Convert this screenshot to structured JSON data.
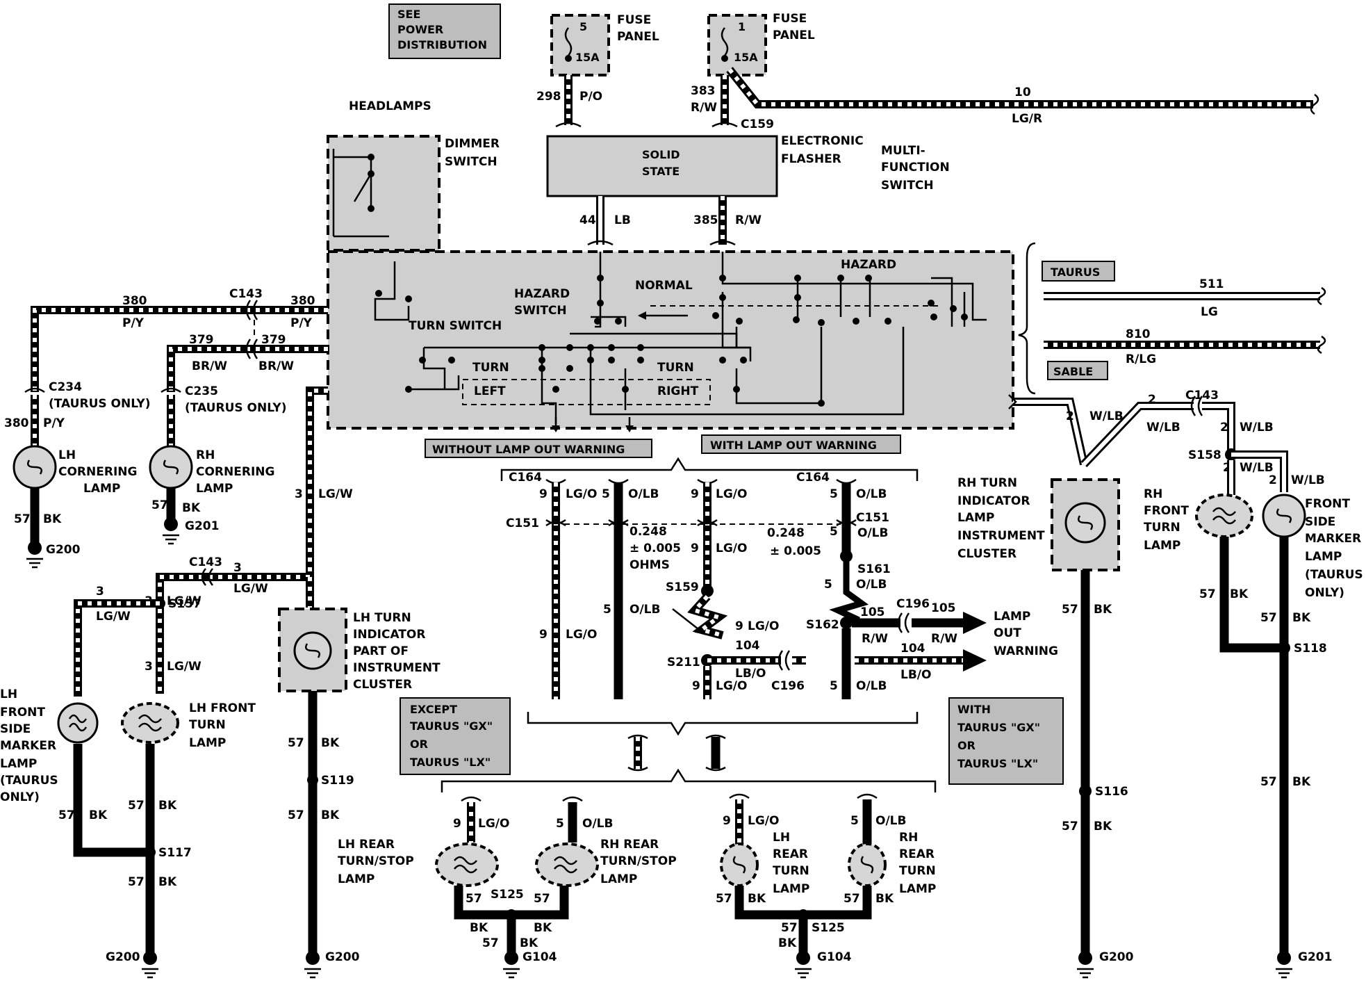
{
  "labels": {
    "see_power": [
      "SEE",
      "POWER",
      "DISTRIBUTION"
    ],
    "fuse_panel_1": [
      "FUSE",
      "PANEL"
    ],
    "fuse_panel_2": [
      "FUSE",
      "PANEL"
    ],
    "fuse1_num": "5",
    "fuse1_amp": "15A",
    "fuse2_num": "1",
    "fuse2_amp": "15A",
    "headlamps": "HEADLAMPS",
    "dimmer_switch": [
      "DIMMER",
      "SWITCH"
    ],
    "solid_state": [
      "SOLID",
      "STATE"
    ],
    "electronic_flasher": [
      "ELECTRONIC",
      "FLASHER"
    ],
    "multi_function_switch": [
      "MULTI-",
      "FUNCTION",
      "SWITCH"
    ],
    "hazard": "HAZARD",
    "hazard_switch": [
      "HAZARD",
      "SWITCH"
    ],
    "normal": "NORMAL",
    "turn_switch": "TURN SWITCH",
    "turn_left_a": "TURN",
    "left": "LEFT",
    "turn_right_a": "TURN",
    "right": "RIGHT",
    "taurus_tag": "TAURUS",
    "sable_tag": "SABLE",
    "without_lamp_out": "WITHOUT LAMP OUT WARNING",
    "with_lamp_out": "WITH LAMP OUT WARNING",
    "except_taurus": [
      "EXCEPT",
      "TAURUS \"GX\"",
      "OR",
      "TAURUS \"LX\""
    ],
    "with_taurus": [
      "WITH",
      "TAURUS \"GX\"",
      "OR",
      "TAURUS \"LX\""
    ],
    "lh_cornering": [
      "LH",
      "CORNERING",
      "LAMP"
    ],
    "rh_cornering": [
      "RH",
      "CORNERING",
      "LAMP"
    ],
    "lh_turn_indicator": [
      "LH TURN",
      "INDICATOR",
      "PART OF",
      "INSTRUMENT",
      "CLUSTER"
    ],
    "rh_turn_indicator": [
      "RH TURN",
      "INDICATOR",
      "LAMP",
      "INSTRUMENT",
      "CLUSTER"
    ],
    "lh_front_side_marker": [
      "LH",
      "FRONT",
      "SIDE",
      "MARKER",
      "LAMP",
      "(TAURUS",
      "ONLY)"
    ],
    "lh_front_turn": [
      "LH FRONT",
      "TURN",
      "LAMP"
    ],
    "rh_front_turn": [
      "RH",
      "FRONT",
      "TURN",
      "LAMP"
    ],
    "front_side_marker_rh": [
      "FRONT",
      "SIDE",
      "MARKER",
      "LAMP",
      "(TAURUS",
      "ONLY)"
    ],
    "lh_rear_turn_stop": [
      "LH REAR",
      "TURN/STOP",
      "LAMP"
    ],
    "rh_rear_turn_stop": [
      "RH REAR",
      "TURN/STOP",
      "LAMP"
    ],
    "lh_rear_turn": [
      "LH",
      "REAR",
      "TURN",
      "LAMP"
    ],
    "rh_rear_turn": [
      "RH",
      "REAR",
      "TURN",
      "LAMP"
    ],
    "lamp_out_warning": [
      "LAMP",
      "OUT",
      "WARNING"
    ],
    "ohms1": [
      "0.248",
      "± 0.005",
      "OHMS"
    ],
    "ohms2": [
      "0.248",
      "± 0.005"
    ],
    "c234": "C234",
    "c234_note": "(TAURUS ONLY)",
    "c235": "C235",
    "c235_note": "(TAURUS ONLY)"
  },
  "wires": {
    "w298": "298",
    "w298c": "P/O",
    "w383": "383",
    "w383c": "R/W",
    "w10": "10",
    "w10c": "LG/R",
    "w44": "44",
    "w44c": "LB",
    "w385": "385",
    "w385c": "R/W",
    "w511": "511",
    "w511c": "LG",
    "w810": "810",
    "w810c": "R/LG",
    "w380": "380",
    "w380c": "P/Y",
    "w379": "379",
    "w379c": "BR/W",
    "w3": "3",
    "w3c": "LG/W",
    "w2": "2",
    "w2c": "W/LB",
    "w57": "57",
    "w57c": "BK",
    "w9": "9",
    "w9c": "LG/O",
    "w5": "5",
    "w5c": "O/LB",
    "w104": "104",
    "w104c": "LB/O",
    "w105": "105",
    "w105c": "R/W"
  },
  "connectors": {
    "c159": "C159",
    "c143": "C143",
    "c164": "C164",
    "c151": "C151",
    "c196": "C196",
    "s157": "S157",
    "s117": "S117",
    "s119": "S119",
    "s116": "S116",
    "s118": "S118",
    "s158": "S158",
    "s159": "S159",
    "s161": "S161",
    "s162": "S162",
    "s211": "S211",
    "s125": "S125",
    "g200": "G200",
    "g201": "G201",
    "g104": "G104"
  }
}
